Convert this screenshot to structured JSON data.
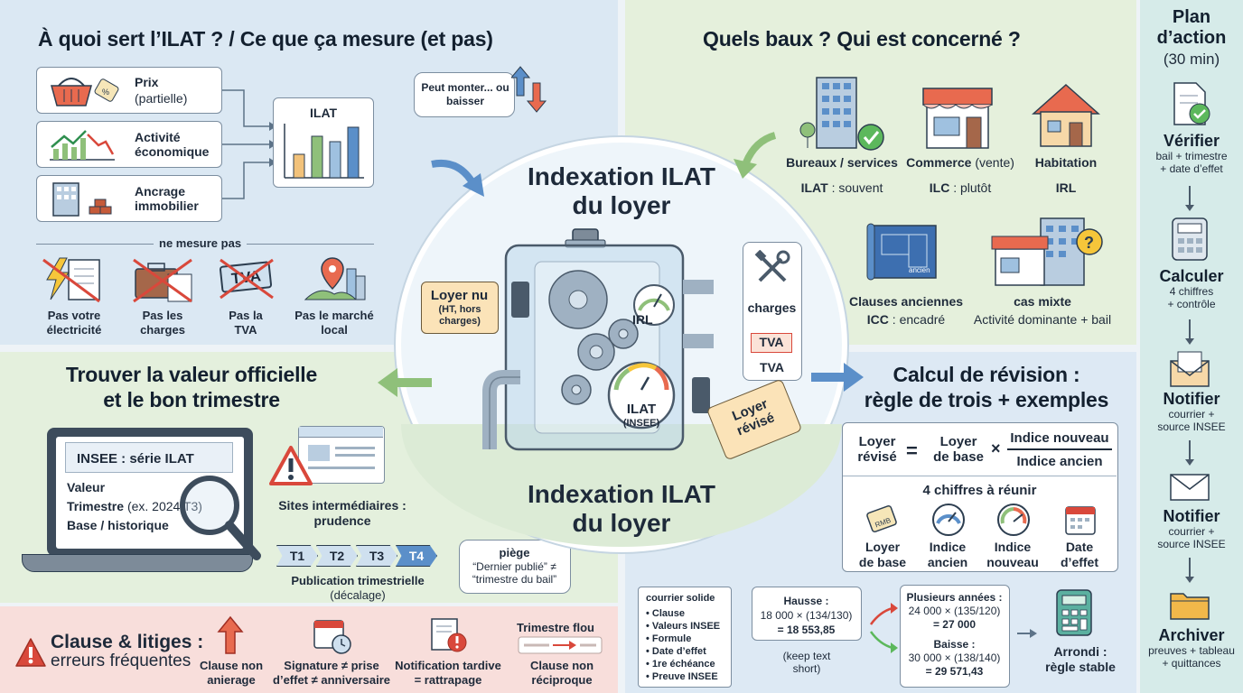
{
  "top_left": {
    "title": "À quoi sert l’ILAT ? / Ce que ça mesure (et pas)",
    "components": [
      {
        "label": "Prix",
        "sub": "(partielle)"
      },
      {
        "label": "Activité économique"
      },
      {
        "label": "Ancrage immobilier"
      }
    ],
    "chart_label": "ILAT",
    "bubble": "Peut monter... ou baisser",
    "not_measure_header": "ne mesure pas",
    "not_items": [
      {
        "l1": "Pas votre",
        "l2": "électricité"
      },
      {
        "l1": "Pas les",
        "l2": "charges"
      },
      {
        "l1": "Pas la",
        "l2": "TVA"
      },
      {
        "l1": "Pas le marché",
        "l2": "local"
      }
    ],
    "tva_tag": "TVA"
  },
  "top_right": {
    "title": "Quels baux ? Qui est concerné ?",
    "types": [
      {
        "name": "Bureaux / services",
        "index": "ILAT",
        "note": " : souvent"
      },
      {
        "name": "Commerce",
        "extra": " (vente)",
        "index": "ILC",
        "note": " : plutôt"
      },
      {
        "name": "Habitation",
        "index": "IRL"
      }
    ],
    "clauses": {
      "name": "Clauses anciennes",
      "index": "ICC",
      "note": " : encadré"
    },
    "mixte": {
      "name": "cas mixte",
      "note": "Activité dominante + bail"
    },
    "plan_word": "ancien"
  },
  "center": {
    "title_top": [
      "Indexation ILAT",
      "du loyer"
    ],
    "title_bottom": [
      "Indexation ILAT",
      "du loyer"
    ],
    "loyer_nu": "Loyer nu",
    "loyer_nu_sub": "(HT, hors charges)",
    "irl": "IRL",
    "ilat": "ILAT",
    "ilat_sub": "(INSEE)",
    "charges": "charges",
    "tva": "TVA",
    "tva_label": "TVA",
    "revised_tag": [
      "Loyer",
      "révisé"
    ]
  },
  "bottom_left": {
    "title": [
      "Trouver la valeur officielle",
      "et le bon trimestre"
    ],
    "screen_title": "INSEE : série ILAT",
    "screen_lines": [
      "Valeur",
      "Trimestre",
      "Base / historique"
    ],
    "screen_example": "(ex. 2024 T3)",
    "warning": [
      "Sites intermédiaires :",
      "prudence"
    ],
    "quarters": [
      "T1",
      "T2",
      "T3",
      "T4"
    ],
    "publication": "Publication trimestrielle",
    "publication_sub": "(décalage)",
    "trap_title": "piège",
    "trap_lines": [
      "“Dernier publié” ≠",
      "“trimestre du bail”"
    ]
  },
  "bottom_right": {
    "title": [
      "Calcul de révision :",
      "règle de trois + exemples"
    ],
    "formula": {
      "left": [
        "Loyer",
        "révisé"
      ],
      "eq": "=",
      "base": [
        "Loyer",
        "de base"
      ],
      "times": "×",
      "num": "Indice nouveau",
      "den": "Indice ancien"
    },
    "four_title": "4 chiffres à réunir",
    "four": [
      {
        "l1": "Loyer",
        "l2": "de base",
        "tag": "RMB"
      },
      {
        "l1": "Indice",
        "l2": "ancien"
      },
      {
        "l1": "Indice",
        "l2": "nouveau"
      },
      {
        "l1": "Date",
        "l2": "d’effet"
      }
    ],
    "courrier_title": "courrier solide",
    "courrier_items": [
      "Clause",
      "Valeurs INSEE",
      "Formule",
      "Date d’effet",
      "1re échéance",
      "Preuve INSEE"
    ],
    "hausse": {
      "title": "Hausse :",
      "calc": "18 000 × (134/130)",
      "result": "= 18 553,85"
    },
    "keep_short": [
      "(keep text",
      "short)"
    ],
    "multi": {
      "title": "Plusieurs années :",
      "calc": "24 000 × (135/120)",
      "result": "= 27 000"
    },
    "baisse": {
      "title": "Baisse :",
      "calc": "30 000 × (138/140)",
      "result": "= 29 571,43"
    },
    "arrondi": [
      "Arrondi :",
      "règle stable"
    ]
  },
  "clause_bar": {
    "title": "Clause & litiges :",
    "subtitle": "erreurs fréquentes",
    "items": [
      {
        "l1": "Clause non",
        "l2": "anierage"
      },
      {
        "l1": "Signature ≠ prise",
        "l2": "d’effet ≠ anniversaire"
      },
      {
        "l1": "Notification tardive",
        "l2": "= rattrapage"
      },
      {
        "l1": "Clause non",
        "l2": "réciproque",
        "top": "Trimestre flou"
      }
    ]
  },
  "sidebar": {
    "title": [
      "Plan",
      "d’action"
    ],
    "duration": "(30 min)",
    "steps": [
      {
        "title": "Vérifier",
        "sub": [
          "bail + trimestre",
          "+ date d’effet"
        ]
      },
      {
        "title": "Calculer",
        "sub": [
          "4 chiffres",
          "+ contrôle"
        ]
      },
      {
        "title": "Notifier",
        "sub": [
          "courrier +",
          "source INSEE"
        ]
      },
      {
        "title": "Notifier",
        "sub": [
          "courrier +",
          "source INSEE"
        ]
      },
      {
        "title": "Archiver",
        "sub": [
          "preuves + tableau",
          "+ quittances"
        ]
      }
    ]
  },
  "colors": {
    "blue_bar": "#5b8fc9",
    "green_bar": "#8fc07a",
    "orange_bar": "#f2c27a",
    "red": "#d9483b",
    "teal": "#2f8f7f"
  }
}
